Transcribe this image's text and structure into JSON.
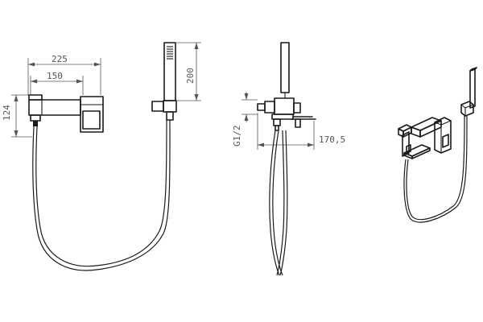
{
  "dimensions": {
    "width_overall": "225",
    "spout_reach": "150",
    "body_height": "124",
    "handshower_length": "200",
    "thread_size": "G1/2",
    "side_projection": "170,5"
  }
}
